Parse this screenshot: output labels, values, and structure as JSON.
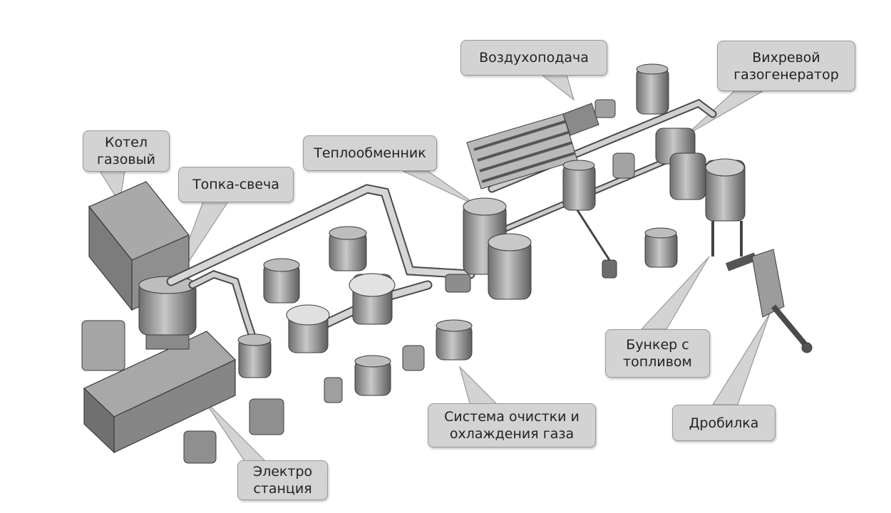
{
  "callouts": {
    "kotel": "Котел\nгазовый",
    "topka": "Топка-свеча",
    "teplo": "Теплообменник",
    "vozduh": "Воздухоподача",
    "vihr": "Вихревой\nгазогенератор",
    "bunker": "Бункер с\nтопливом",
    "sistema": "Система очистки и\nохлаждения газа",
    "drobilka": "Дробилка",
    "elektro": "Электро\nстанция"
  },
  "colors": {
    "callout_fill": "#d3d3d3",
    "metal": "#9c9c9c",
    "box": "#7a7a7a",
    "line": "#3a3a3a"
  }
}
